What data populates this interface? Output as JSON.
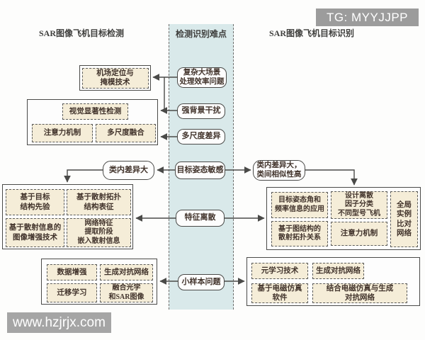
{
  "banner": {
    "label": "TG: MYYJJPP"
  },
  "watermark": {
    "label": "www.hzjrjx.com"
  },
  "headers": {
    "left": "SAR图像飞机目标检测",
    "center": "检测识别难点",
    "right": "SAR图像飞机目标识别"
  },
  "difficulties": {
    "complex_scene": "复杂大场景\n处理效率问题",
    "background_interference": "强背景干扰",
    "multiscale_difference": "多尺度差异",
    "attitude_sensitive": "目标姿态敏感",
    "feature_discrete": "特征离散",
    "small_sample": "小样本问题"
  },
  "detection": {
    "airport_masking": "机场定位与\n掩模技术",
    "visual_saliency": "视觉显著性检测",
    "attention": "注意力机制",
    "multiscale_fusion": "多尺度融合",
    "intra_class_diff": "类内差异大",
    "structure_prior": "基于目标\n结构先验",
    "scatter_topology": "基于散射拓扑\n结构表征",
    "scatter_enhancement": "基于散射信息的\n图像增强技术",
    "embed_scatter": "网络特征\n提取阶段\n嵌入散射信息",
    "data_augmentation": "数据增强",
    "gan": "生成对抗网络",
    "transfer_learning": "迁移学习",
    "optical_sar_fusion": "融合光学\n和SAR图像"
  },
  "recognition": {
    "intra_inter_class": "类内差异大，\n类间相似性高",
    "attitude_frequency": "目标姿态角和\n频率信息的应用",
    "discrete_factor": "设计离散\n因子分类\n不同型号飞机",
    "global_instance": "全局\n实例\n比对\n网络",
    "graph_topology": "基于图结构的\n散射拓扑关系",
    "attention": "注意力机制",
    "meta_learning": "元学习技术",
    "gan": "生成对抗网络",
    "em_simulation": "基于电磁仿真\n软件",
    "em_gan": "结合电磁仿真与生成\n对抗网络"
  },
  "colors": {
    "band_fill": "#d9e9ea",
    "node_fill": "#f5edd8",
    "line_border": "#4a4a48",
    "banner_bg": "#9c9c9c",
    "text": "#41332b"
  }
}
